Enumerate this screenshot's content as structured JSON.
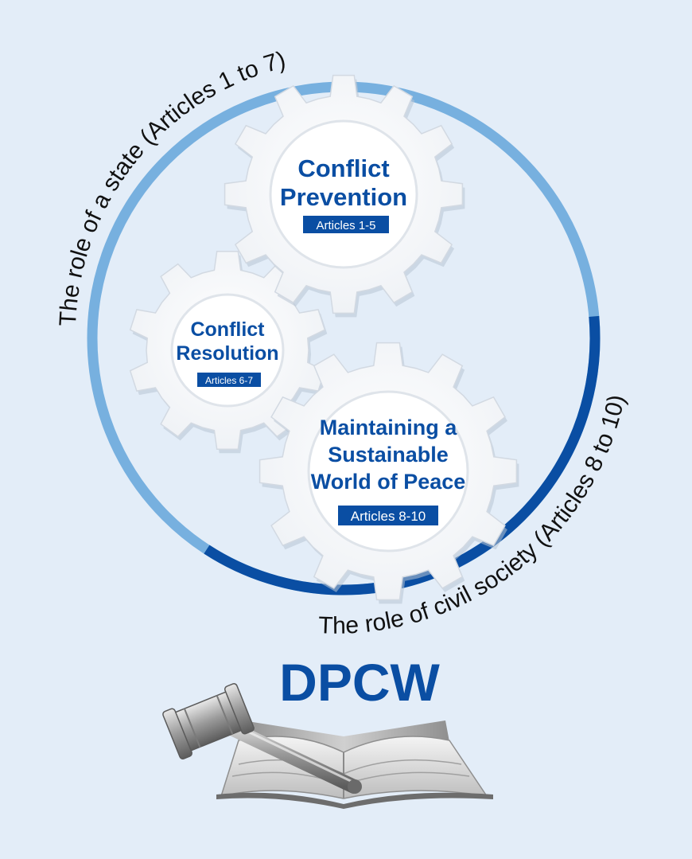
{
  "arcs": {
    "state_label": "The role of a state (Articles 1 to 7)",
    "civil_label": "The role of civil society (Articles 8 to 10)"
  },
  "gears": {
    "prevention": {
      "title_line1": "Conflict",
      "title_line2": "Prevention",
      "badge": "Articles 1-5"
    },
    "resolution": {
      "title_line1": "Conflict",
      "title_line2": "Resolution",
      "badge": "Articles 6-7"
    },
    "peace": {
      "title_line1": "Maintaining a",
      "title_line2": "Sustainable",
      "title_line3": "World of Peace",
      "badge": "Articles 8-10"
    }
  },
  "brand": {
    "name": "DPCW"
  },
  "colors": {
    "background": "#e3edf8",
    "ring_light": "#77b0df",
    "ring_dark": "#0a4ea3",
    "title_blue": "#0a4ea3",
    "badge_blue": "#0a4ea3"
  },
  "icons": [
    "gavel-icon",
    "open-book-icon"
  ]
}
